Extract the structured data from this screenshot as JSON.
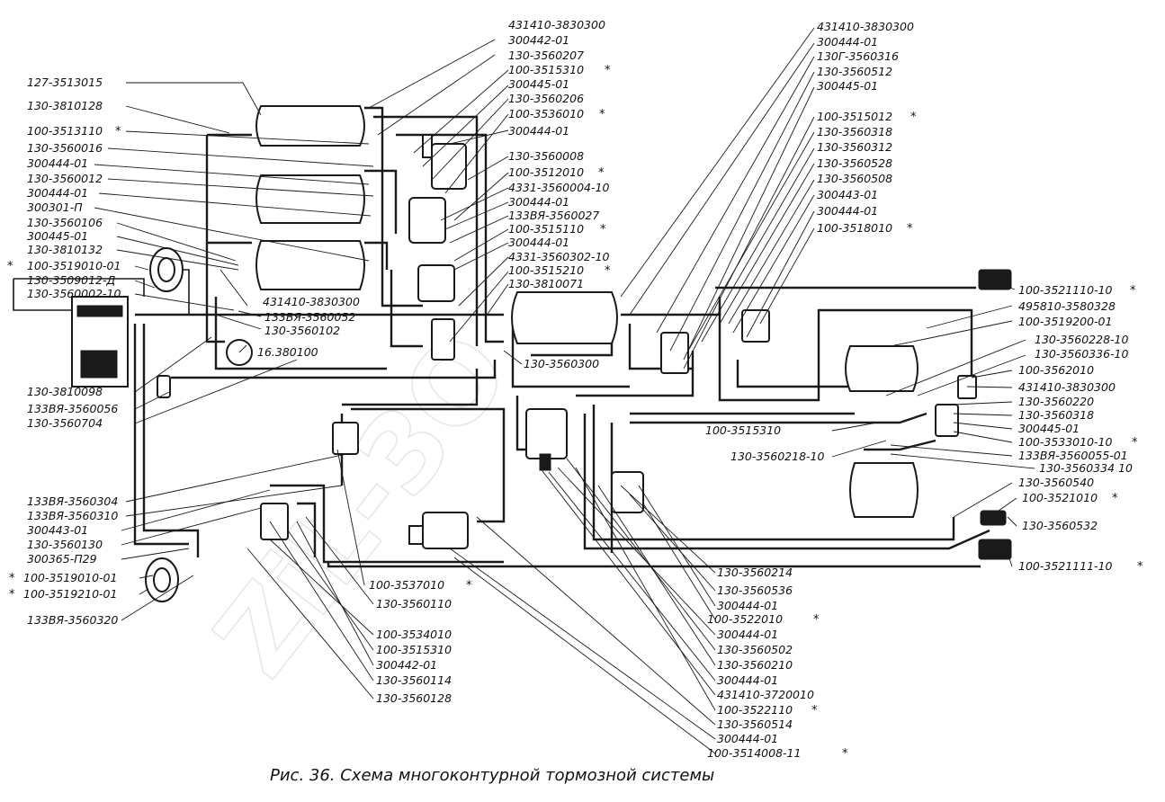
{
  "caption": "Рис. 36. Схема многоконтурной тормозной системы",
  "watermark": "ZiL-3O",
  "colors": {
    "ink": "#1a1a1a",
    "paper": "#ffffff",
    "watermark": "#e6e6e6"
  },
  "labels": {
    "l01": "431410-3830300",
    "l02": "300442-01",
    "l03": "130-3560207",
    "l04": "100-3515310",
    "l05": "300445-01",
    "l06": "130-3560206",
    "l07": "100-3536010",
    "l08": "300444-01",
    "l09": "130-3560008",
    "l10": "100-3512010",
    "l11": "4331-3560004-10",
    "l12": "300444-01",
    "l13": "133ВЯ-3560027",
    "l14": "100-3515110",
    "l15": "300444-01",
    "l16": "4331-3560302-10",
    "l17": "100-3515210",
    "l18": "130-3810071",
    "l19": "127-3513015",
    "l20": "130-3810128",
    "l21": "100-3513110",
    "l22": "130-3560016",
    "l23": "300444-01",
    "l24": "130-3560012",
    "l25": "300444-01",
    "l26": "300301-П",
    "l27": "130-3560106",
    "l28": "300445-01",
    "l29": "130-3810132",
    "l30": "100-3519010-01",
    "l31": "130-3509012-Д",
    "l32": "130-3560002-10",
    "l33": "431410-3830300",
    "l34": "133ВЯ-3560052",
    "l35": "130-3560102",
    "l36": "16.380100",
    "l37": "130-3810098",
    "l38": "133ВЯ-3560056",
    "l39": "130-3560704",
    "l40": "130-3560300",
    "l41": "431410-3830300",
    "l42": "300444-01",
    "l43": "130Г-3560316",
    "l44": "130-3560512",
    "l45": "300445-01",
    "l46": "100-3515012",
    "l47": "130-3560318",
    "l48": "130-3560312",
    "l49": "130-3560528",
    "l50": "130-3560508",
    "l51": "300443-01",
    "l52": "300444-01",
    "l53": "100-3518010",
    "l54": "100-3521110-10",
    "l55": "495810-3580328",
    "l56": "100-3519200-01",
    "l57": "130-3560228-10",
    "l58": "130-3560336-10",
    "l59": "100-3562010",
    "l60": "431410-3830300",
    "l61": "130-3560220",
    "l62": "130-3560318",
    "l63": "300445-01",
    "l64": "100-3533010-10",
    "l65": "133ВЯ-3560055-01",
    "l66": "130-3560334 10",
    "l67": "100-3515310",
    "l68": "130-3560218-10",
    "l69": "130-3560540",
    "l70": "100-3521010",
    "l71": "130-3560532",
    "l72": "100-3521111-10",
    "l73": "133ВЯ-3560304",
    "l74": "133ВЯ-3560310",
    "l75": "300443-01",
    "l76": "130-3560130",
    "l77": "300365-П29",
    "l78": "100-3519010-01",
    "l79": "100-3519210-01",
    "l80": "133ВЯ-3560320",
    "l81": "100-3537010",
    "l82": "130-3560110",
    "l83": "100-3534010",
    "l84": "100-3515310",
    "l85": "300442-01",
    "l86": "130-3560114",
    "l87": "130-3560128",
    "l88": "130-3560214",
    "l89": "130-3560536",
    "l90": "300444-01",
    "l91": "100-3522010",
    "l92": "300444-01",
    "l93": "130-3560502",
    "l94": "130-3560210",
    "l95": "300444-01",
    "l96": "431410-3720010",
    "l97": "100-3522110",
    "l98": "130-3560514",
    "l99": "300444-01",
    "l100": "100-3514008-11"
  },
  "marker": "*"
}
